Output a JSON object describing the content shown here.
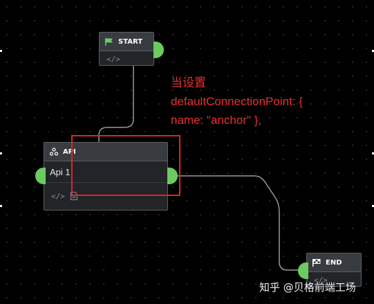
{
  "nodes": {
    "start": {
      "title": "START",
      "code_glyph": "</>"
    },
    "api": {
      "title": "API",
      "body": "Api 1",
      "code_glyph": "</>"
    },
    "end": {
      "title": "END",
      "code_glyph": "</>"
    }
  },
  "annotation": {
    "line1": "当设置",
    "line2": "defaultConnectionPoint: {",
    "line3": "name: \"anchor\" },"
  },
  "watermark": "知乎 @贝格前端工场",
  "colors": {
    "background": "#000000",
    "node_header": "#383b40",
    "node_body": "#222428",
    "port": "#6ccb5f",
    "highlight": "#e02424",
    "wire": "#9a9a9a"
  }
}
